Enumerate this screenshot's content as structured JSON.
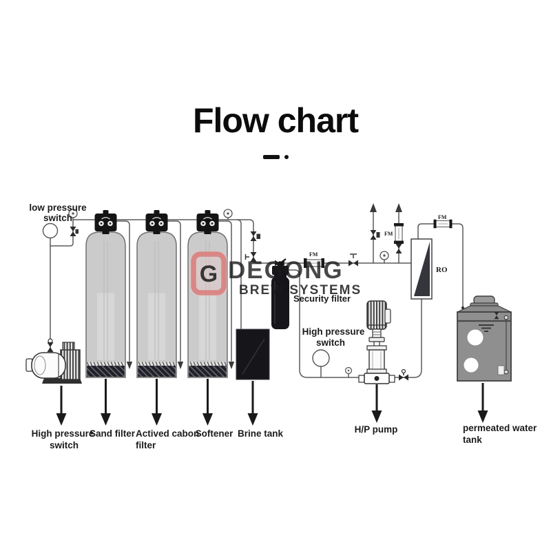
{
  "title": {
    "text": "Flow chart"
  },
  "watermark": {
    "brand": "DEGONG",
    "subtitle": "BREW SYSTEMS",
    "logo_letter": "G"
  },
  "colors": {
    "logo_red": "#dc7c7a",
    "watermark_gray": "#a6a6a6",
    "watermark_gray_light": "#b8b8b8",
    "tank_gray": "#cbcbcb",
    "dark": "#15151a",
    "pipe": "#5a5a5a",
    "ro_dark": "#35353c",
    "permeate_gray": "#8f8f8f",
    "arrow_black": "#1a1a1a"
  },
  "labels": {
    "low_pressure_switch": [
      "low pressure",
      "switch"
    ],
    "security_filter": "Security filter",
    "high_pressure_switch_mid": [
      "High pressure",
      "switch"
    ],
    "high_pressure_switch_bottom": [
      "High pressure",
      "switch"
    ],
    "sand_filter": "Sand filter",
    "carbon_filter": [
      "Actived cabon",
      "filter"
    ],
    "softener": "Softener",
    "brine_tank": "Brine tank",
    "hp_pump": "H/P pump",
    "permeated_water_tank": [
      "permeated water",
      "tank"
    ],
    "ro": "RO",
    "flow_meter": "FM"
  }
}
